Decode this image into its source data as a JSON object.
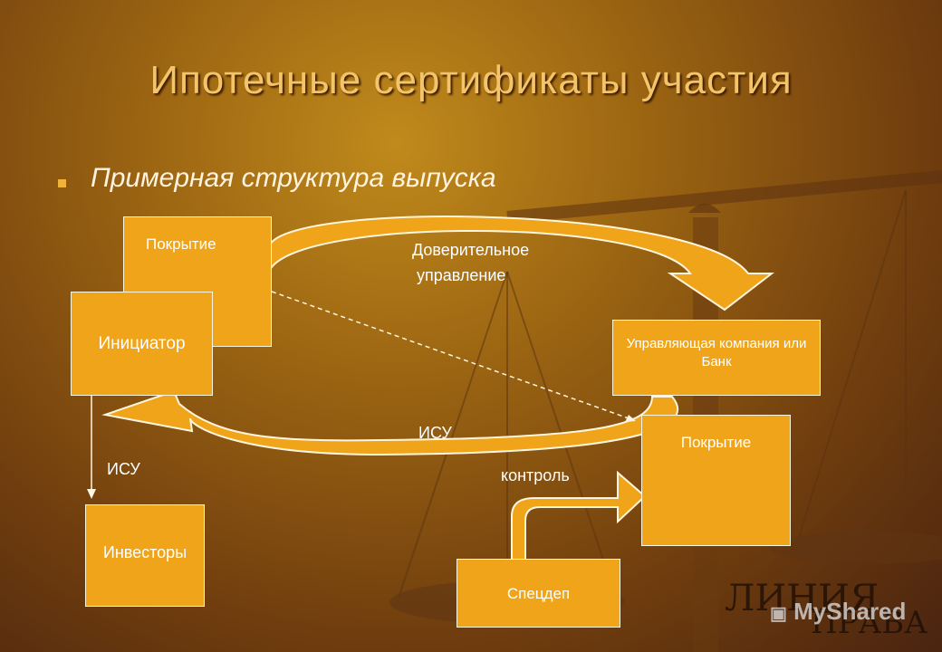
{
  "title": "Ипотечные сертификаты участия",
  "bullet": "Примерная структура выпуска",
  "boxes": {
    "cover_top": "Покрытие",
    "initiator": "Инициатор",
    "manager": "Управляющая компания или Банк",
    "cover_bottom": "Покрытие",
    "investors": "Инвесторы",
    "depositary": "Спецдеп"
  },
  "labels": {
    "trust_line1": "Доверительное",
    "trust_line2": "управление",
    "isu_mid": "ИСУ",
    "isu_left": "ИСУ",
    "control": "контроль"
  },
  "watermark": {
    "line1": "ЛИНИЯ",
    "line2": "ПРАВА",
    "badge": "MyShared"
  },
  "colors": {
    "box_fill": "#f0a41a",
    "arrow_fill": "#f0a41a",
    "title": "#f3c46a"
  }
}
